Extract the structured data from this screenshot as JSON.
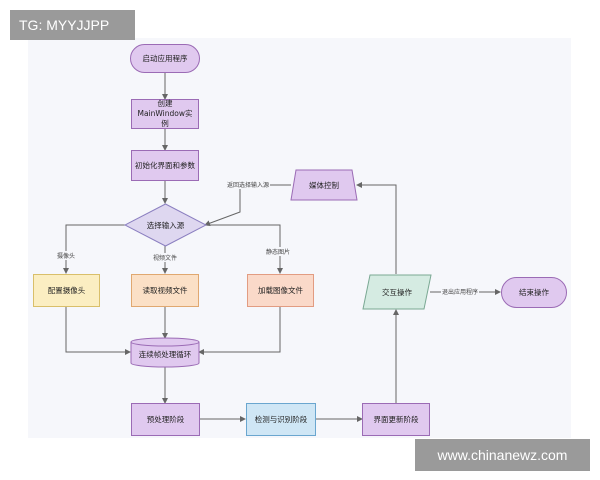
{
  "watermarks": {
    "tag": "TG: MYYJJPP",
    "site": "www.chinanewz.com"
  },
  "nodes": {
    "start": "启动应用程序",
    "create": "创建MainWindow实例",
    "init": "初始化界面和参数",
    "select": "选择输入源",
    "camera": "配置摄像头",
    "video": "读取视频文件",
    "image": "加载图像文件",
    "loop": "连续帧处理循环",
    "preprocess": "预处理阶段",
    "detect": "检测与识别阶段",
    "update": "界面更新阶段",
    "interact": "交互操作",
    "media": "媒体控制",
    "end": "结束操作"
  },
  "edge_labels": {
    "camera": "摄像头",
    "video": "视频文件",
    "image": "静态图片",
    "back": "返回选择输入源",
    "exit": "退出应用程序"
  },
  "colors": {
    "purple": "#e0c9ef",
    "yellow": "#fbeec2",
    "orange": "#fbe0c6",
    "peach": "#fad9c9",
    "blue": "#cfe6f5",
    "green": "#d5ebe2",
    "edge": "#666666"
  }
}
